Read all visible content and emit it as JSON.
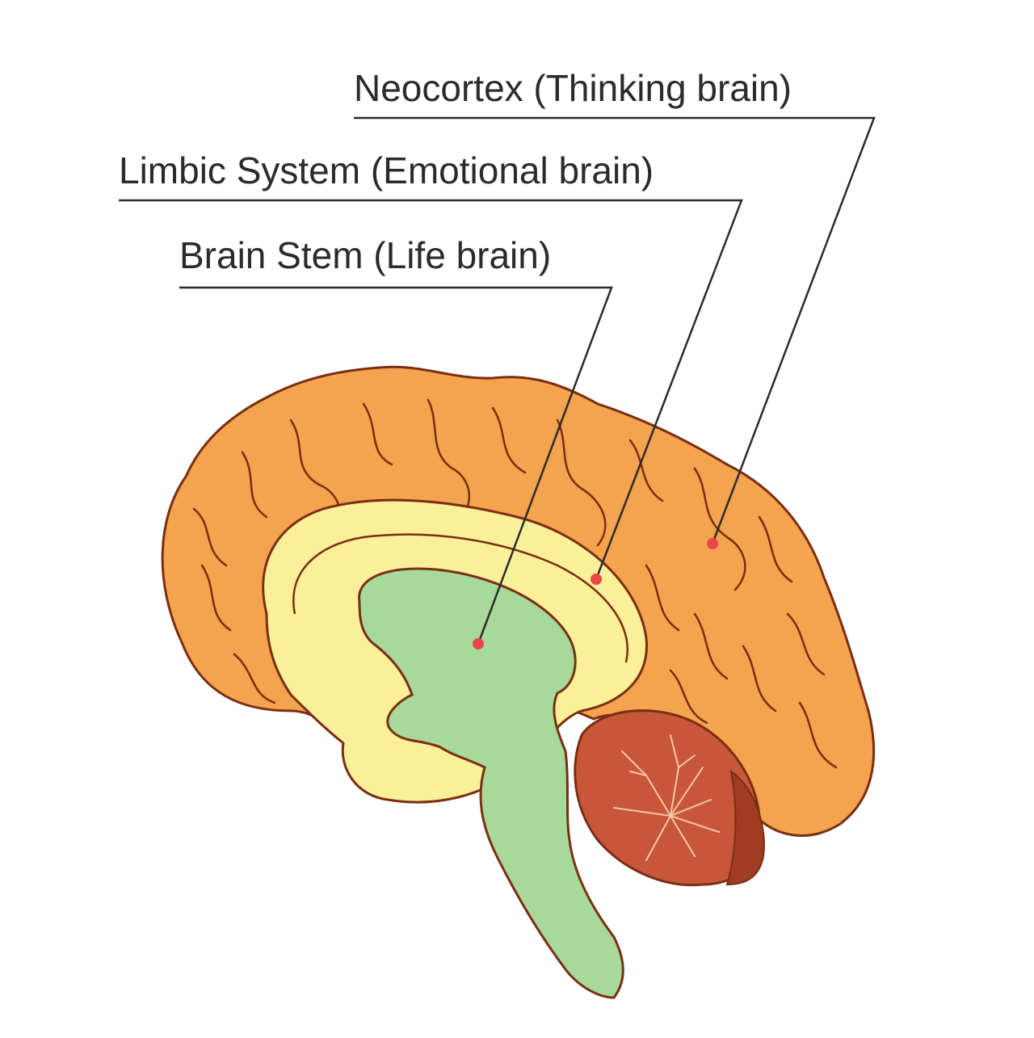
{
  "labels": {
    "neocortex": "Neocortex (Thinking brain)",
    "limbic": "Limbic System (Emotional brain)",
    "brainstem": "Brain Stem (Life brain)"
  },
  "colors": {
    "cortex": "#f4a34e",
    "cortex_dark": "#e07f22",
    "limbic": "#fbf09a",
    "brainstem": "#a6d99a",
    "cerebellum": "#c8573a",
    "cerebellum_dark": "#a13c22",
    "outline": "#7a2e12",
    "leader_line": "#2b2b2b",
    "marker": "#e8474a"
  }
}
